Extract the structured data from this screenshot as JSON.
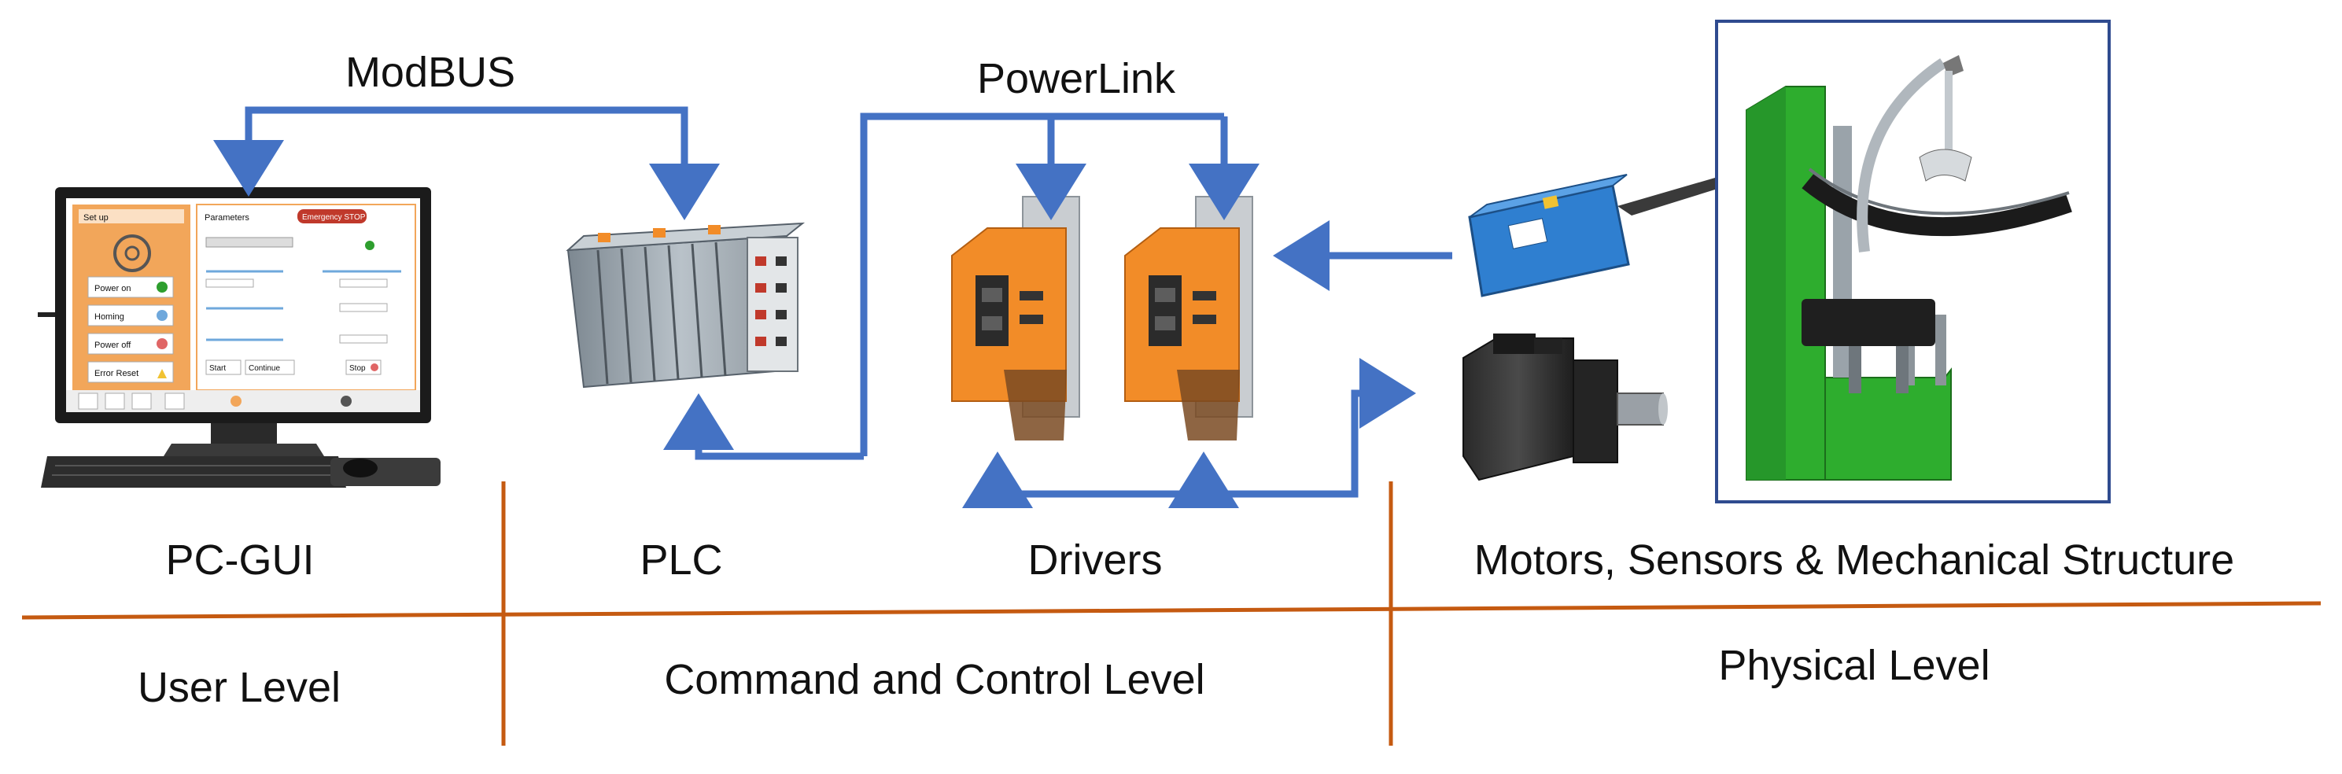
{
  "protocols": {
    "modbus": "ModBUS",
    "powerlink": "PowerLink"
  },
  "components": {
    "pc_gui": "PC-GUI",
    "plc": "PLC",
    "drivers": "Drivers",
    "physical": "Motors, Sensors & Mechanical Structure"
  },
  "levels": {
    "user": "User Level",
    "command": "Command and Control Level",
    "physical": "Physical Level"
  },
  "gui_screen": {
    "setup": "Set up",
    "parameters": "Parameters",
    "emergency": "Emergency STOP",
    "power_on": "Power on",
    "homing": "Homing",
    "power_off": "Power off",
    "error_reset": "Error Reset",
    "start": "Start",
    "continue": "Continue",
    "stop": "Stop"
  },
  "colors": {
    "link_blue": "#4472C4",
    "level_line": "#C55A11",
    "screen_accent": "#F2A65A",
    "module_orange": "#F28C28",
    "frame_green": "#2EAD2E",
    "sensor_blue": "#2F7FD0",
    "emergency_red": "#C0392B"
  },
  "icons": {
    "computer": "desktop-computer-icon",
    "plc": "plc-module-icon",
    "driver": "servo-driver-icon",
    "sensor": "proximity-sensor-icon",
    "motor": "servo-motor-icon",
    "mechanism": "mechanical-structure-icon"
  }
}
